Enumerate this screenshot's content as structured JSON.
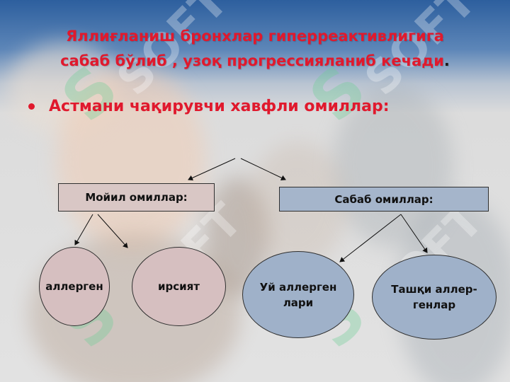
{
  "title": {
    "line1": "Яллиғланиш бронхлар гиперреактивлигига",
    "line2": "сабаб бўлиб , узоқ прогрессияланиб кечади",
    "period": "."
  },
  "bullet": {
    "text": "Астмани чақирувчи хавфли омиллар:"
  },
  "diagram": {
    "left_box": "Мойил омиллар:",
    "right_box": "Сабаб омиллар:",
    "left_children": [
      "аллерген",
      "ирсият"
    ],
    "right_children": [
      "Уй аллерген лари",
      "Ташқи аллер-генлар"
    ]
  },
  "watermark": {
    "text": "SOFT",
    "letter": "S"
  },
  "colors": {
    "title": "#e0192d",
    "left_fill": "#d9c7c5",
    "right_fill": "#a5b5cb"
  }
}
